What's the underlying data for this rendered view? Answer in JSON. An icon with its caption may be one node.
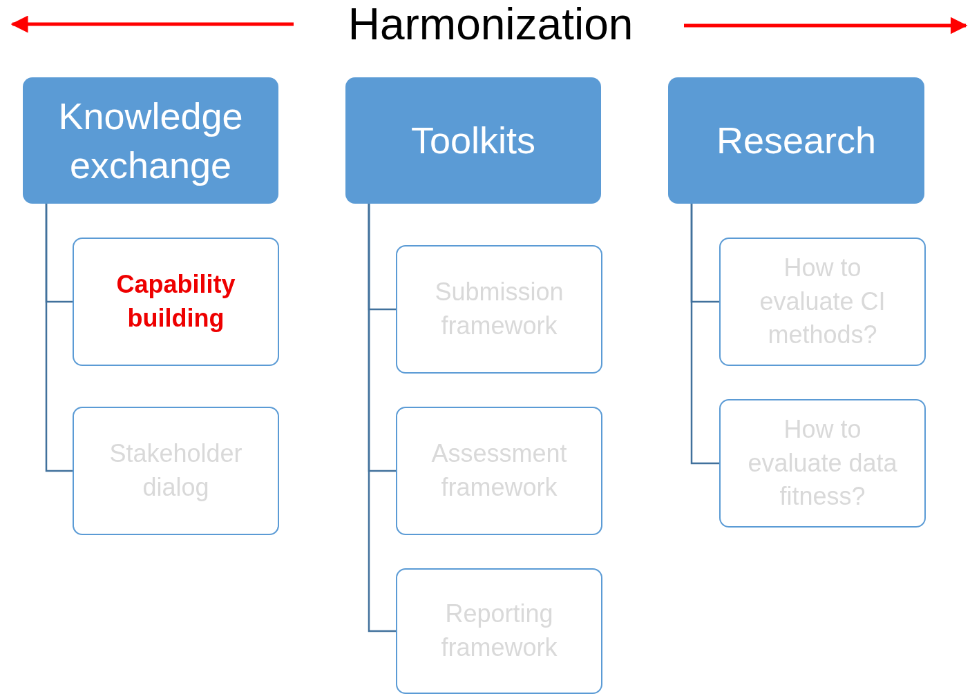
{
  "diagram": {
    "title": "Harmonization",
    "nodes": [
      {
        "text": [
          "Knowledge exchange"
        ]
      },
      {
        "text": [
          "Capability building"
        ]
      },
      {
        "text": [
          "Stakeholder dialog"
        ]
      },
      {
        "text": [
          "Toolkits"
        ]
      },
      {
        "text": [
          "Submission framework"
        ]
      },
      {
        "text": [
          "Assessment framework"
        ]
      },
      {
        "text": [
          "Reporting framework"
        ]
      },
      {
        "text": [
          "Research"
        ]
      },
      {
        "text": [
          "How to evaluate CI methods?"
        ]
      },
      {
        "text": [
          "How to evaluate data fitness?"
        ]
      }
    ],
    "edges": [
      {
        "from": 0,
        "to": 1,
        "arrow": "none"
      },
      {
        "from": 0,
        "to": 2,
        "arrow": "none"
      },
      {
        "from": 3,
        "to": 4,
        "arrow": "none"
      },
      {
        "from": 3,
        "to": 5,
        "arrow": "none"
      },
      {
        "from": 3,
        "to": 6,
        "arrow": "none"
      },
      {
        "from": 7,
        "to": 8,
        "arrow": "none"
      },
      {
        "from": 7,
        "to": 9,
        "arrow": "none"
      }
    ]
  }
}
